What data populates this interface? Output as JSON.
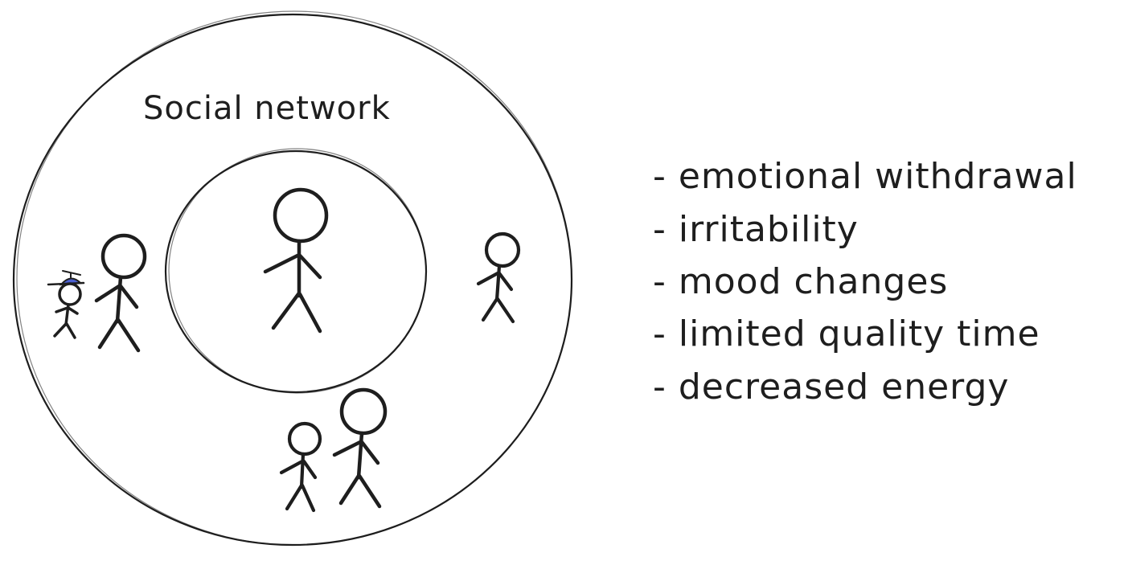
{
  "diagram": {
    "title": "Social network",
    "effects": [
      "- emotional withdrawal",
      "- irritability",
      "- mood changes",
      "- limited quality time",
      "- decreased energy"
    ]
  },
  "colors": {
    "ink": "#1e1e1e",
    "child_hat": "#4a5fd0",
    "background": "#ffffff"
  }
}
